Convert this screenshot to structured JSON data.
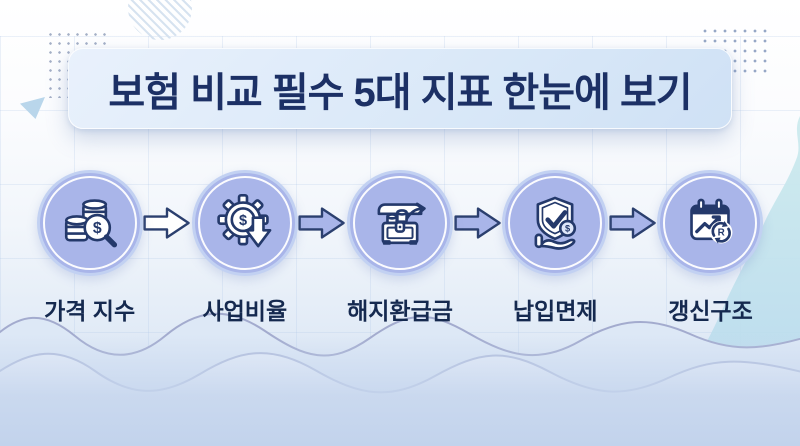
{
  "title": "보험 비교 필수 5대 지표 한눈에 보기",
  "steps": [
    {
      "label": "가격 지수",
      "icon": "coins-magnifier-icon"
    },
    {
      "label": "사업비율",
      "icon": "gear-dollar-decrease-icon"
    },
    {
      "label": "해지환급금",
      "icon": "treasure-chest-refund-icon"
    },
    {
      "label": "납입면제",
      "icon": "shield-check-coin-hand-icon"
    },
    {
      "label": "갱신구조",
      "icon": "calendar-trend-renewal-icon"
    }
  ],
  "glyphs": {
    "dollar": "$",
    "renewal_r": "R"
  },
  "colors": {
    "title_text": "#1c3065",
    "banner_bg": "#d9e8f8",
    "circle_fill": "#a9b5e9",
    "circle_ring": "#ffffff",
    "icon_stroke": "#24396b",
    "label_text": "#15294f",
    "arrow_first_fill": "#ffffff",
    "arrow_fill": "#a9b5e9",
    "teal_accent": "#c8e8ec",
    "wave_fill": "#dde8f6"
  }
}
